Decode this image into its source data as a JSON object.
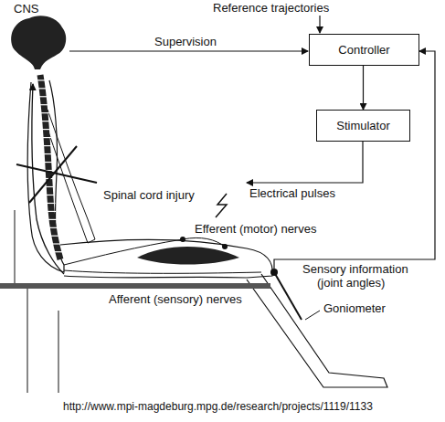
{
  "diagram": {
    "nodes": [
      {
        "text": [
          "Controller"
        ]
      },
      {
        "text": [
          "Stimulator"
        ]
      }
    ],
    "edges": [
      {
        "from": 0,
        "to": 1,
        "arrow": "to"
      }
    ],
    "labels": [
      "CNS",
      "Reference trajectories",
      "Supervision",
      "Spinal cord injury",
      "Electrical pulses",
      "Efferent (motor) nerves",
      "Sensory information",
      "(joint angles)",
      "Afferent (sensory) nerves",
      "Goniometer",
      "http://www.mpi-magdeburg.mpg.de/research/projects/1119/1133"
    ]
  }
}
